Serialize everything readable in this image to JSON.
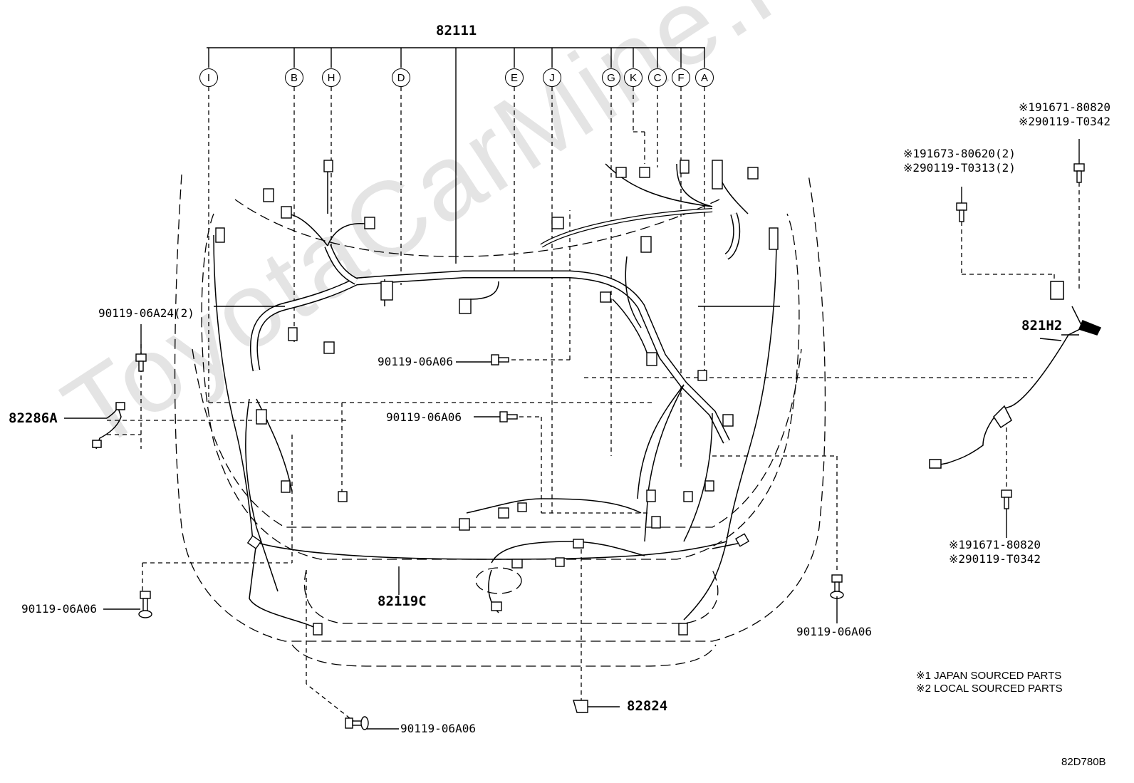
{
  "watermark": "ToyotaCarMine.ru",
  "main_part": "82111",
  "callouts": [
    "I",
    "B",
    "H",
    "D",
    "E",
    "J",
    "G",
    "K",
    "C",
    "F",
    "A"
  ],
  "parts": {
    "p_82286a": "82286A",
    "p_821h2": "821H2",
    "p_82119c": "82119C",
    "p_82824": "82824"
  },
  "bolts": {
    "b_06a24": "90119-06A24(2)",
    "b_06a06_center_top": "90119-06A06",
    "b_06a06_center_mid": "90119-06A06",
    "b_06a06_left_bottom": "90119-06A06",
    "b_06a06_right_bottom": "90119-06A06",
    "b_06a06_bottom": "90119-06A06"
  },
  "sourced_parts": {
    "top_right_1": "※191671-80820",
    "top_right_2": "※290119-T0342",
    "mid_right_1": "※191673-80620(2)",
    "mid_right_2": "※290119-T0313(2)",
    "bottom_right_1": "※191671-80820",
    "bottom_right_2": "※290119-T0342"
  },
  "notes": {
    "note1": "※1 JAPAN SOURCED PARTS",
    "note2": "※2 LOCAL SOURCED PARTS"
  },
  "drawing_id": "82D780B"
}
